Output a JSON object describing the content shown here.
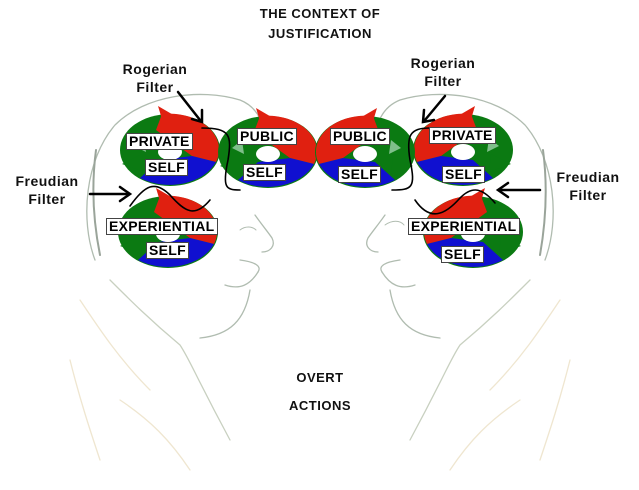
{
  "title": {
    "line1": "THE CONTEXT OF",
    "line2": "JUSTIFICATION"
  },
  "bottom": {
    "line1": "OVERT",
    "line2": "ACTIONS"
  },
  "left_person": {
    "rogerian_filter": {
      "line1": "Rogerian",
      "line2": "Filter"
    },
    "freudian_filter": {
      "line1": "Freudian",
      "line2": "Filter"
    },
    "private_self": {
      "top": "PRIVATE",
      "bottom": "SELF"
    },
    "public_self": {
      "top": "PUBLIC",
      "bottom": "SELF"
    },
    "experiential_self": {
      "top": "EXPERIENTIAL",
      "bottom": "SELF"
    }
  },
  "right_person": {
    "rogerian_filter": {
      "line1": "Rogerian",
      "line2": "Filter"
    },
    "freudian_filter": {
      "line1": "Freudian",
      "line2": "Filter"
    },
    "private_self": {
      "top": "PRIVATE",
      "bottom": "SELF"
    },
    "public_self": {
      "top": "PUBLIC",
      "bottom": "SELF"
    },
    "experiential_self": {
      "top": "EXPERIENTIAL",
      "bottom": "SELF"
    }
  },
  "colors": {
    "cycle_green": "#0b7a12",
    "cycle_red": "#e02010",
    "cycle_blue": "#1010d0",
    "sketch_line": "#a8b4a8",
    "text": "#111111"
  }
}
